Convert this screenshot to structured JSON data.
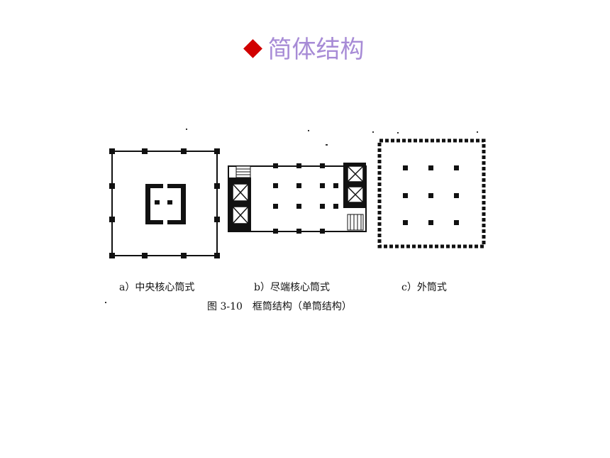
{
  "page": {
    "title": "简体结构"
  },
  "figure": {
    "captions": {
      "a": "a）中央核心筒式",
      "b": "b）尽端核心筒式",
      "c": "c）外筒式"
    },
    "figure_caption": "图 3-10　框筒结构（单筒结构）"
  },
  "colors": {
    "title": "#a78bd6",
    "bullet": "#d10000",
    "ink": "#111111"
  }
}
